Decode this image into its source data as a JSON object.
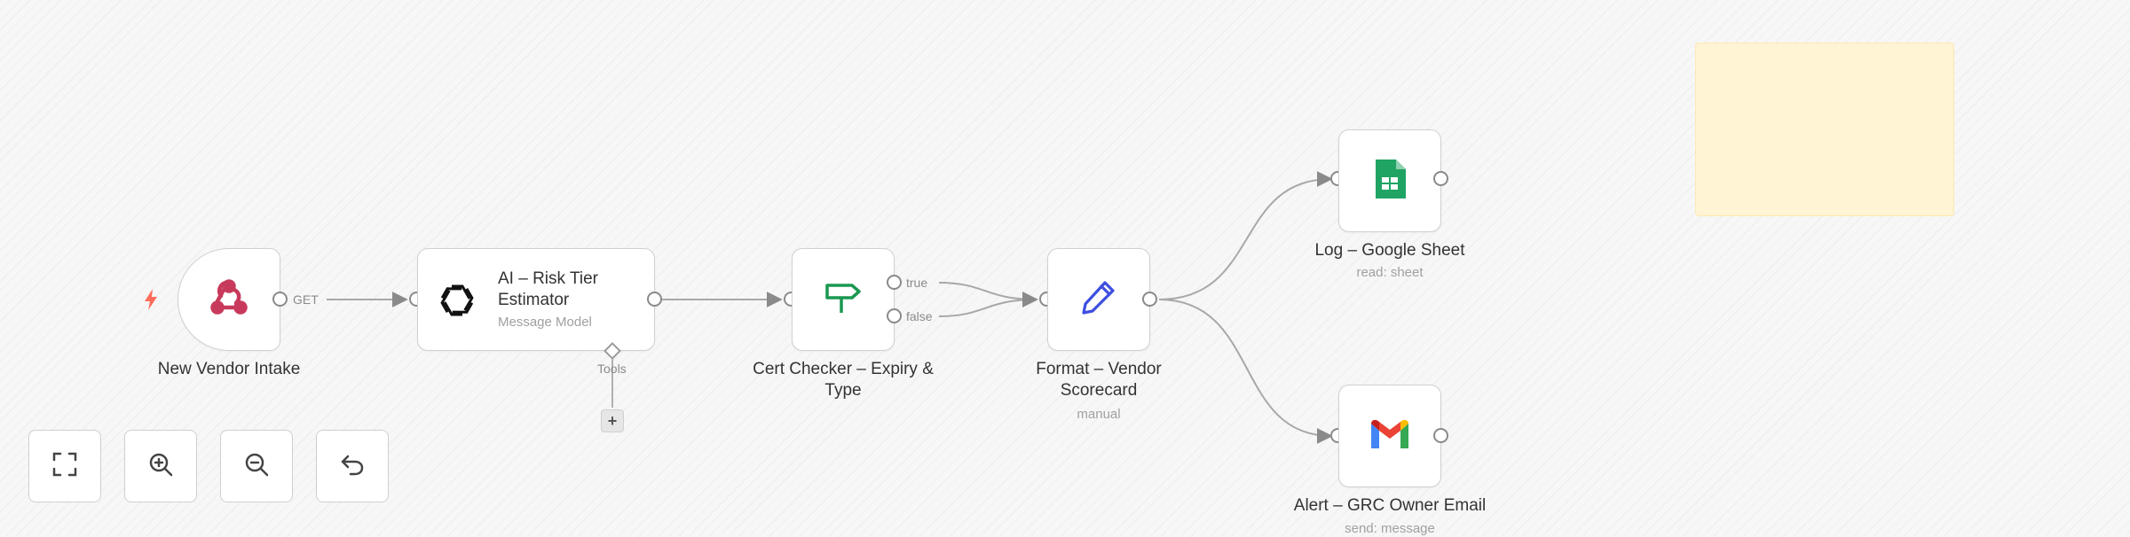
{
  "nodes": {
    "intake": {
      "label": "New Vendor Intake",
      "icon": "webhook-icon",
      "trigger_icon": "lightning-icon",
      "output_label": "GET"
    },
    "ai_estimator": {
      "title_line1": "AI – Risk Tier",
      "title_line2": "Estimator",
      "subtitle": "Message Model",
      "icon": "openai-icon",
      "tools_label": "Tools",
      "add_tool": "+"
    },
    "cert_checker": {
      "label_line1": "Cert Checker – Expiry &",
      "label_line2": "Type",
      "icon": "signpost-icon",
      "true_label": "true",
      "false_label": "false"
    },
    "format": {
      "label_line1": "Format – Vendor",
      "label_line2": "Scorecard",
      "subtitle": "manual",
      "icon": "pencil-icon"
    },
    "sheet": {
      "label": "Log – Google Sheet",
      "subtitle": "read: sheet",
      "icon": "google-sheets-icon"
    },
    "email": {
      "label": "Alert – GRC Owner Email",
      "subtitle": "send: message",
      "icon": "gmail-icon"
    }
  },
  "controls": [
    {
      "name": "fit-view-button",
      "icon": "fullscreen-icon"
    },
    {
      "name": "zoom-in-button",
      "icon": "zoom-in-icon"
    },
    {
      "name": "zoom-out-button",
      "icon": "zoom-out-icon"
    },
    {
      "name": "undo-button",
      "icon": "undo-icon"
    }
  ],
  "colors": {
    "webhook": "#c83a5c",
    "trigger": "#ff6d5a",
    "signpost": "#1a9850",
    "pencil": "#3d4ee0",
    "sheets": "#1fa463",
    "sticky": "#fff4d3"
  }
}
